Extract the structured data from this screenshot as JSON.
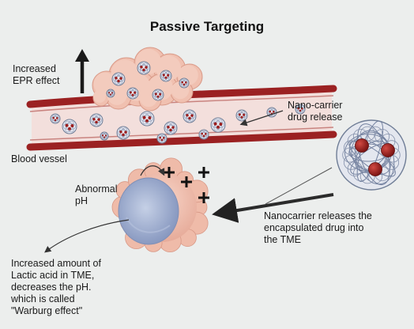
{
  "title": "Passive Targeting",
  "labels": {
    "epr": "Increased\nEPR effect",
    "nano_release": "Nano-carrier\ndrug release",
    "blood_vessel": "Blood vessel",
    "abnormal_ph": "Abnormal\npH",
    "nanocarrier_releases": "Nanocarrier releases the\nencapsulated drug into\nthe TME",
    "warburg": "Increased amount of\nLactic acid in TME,\ndecreases the pH.\nwhich is called\n\"Warburg effect\""
  },
  "colors": {
    "vessel_wall": "#9b2122",
    "vessel_lumen": "#f3dfdc",
    "tumor_cell": "#f0c0b0",
    "tumor_core": "#a7b6d6",
    "drug": "#9b1f1f",
    "carrier_mesh": "#6f7d96",
    "arrow": "#222222"
  },
  "icons": {
    "up_arrow": "up-arrow-icon",
    "plus": "plus-icon",
    "nanocarrier": "nanocarrier-icon"
  }
}
